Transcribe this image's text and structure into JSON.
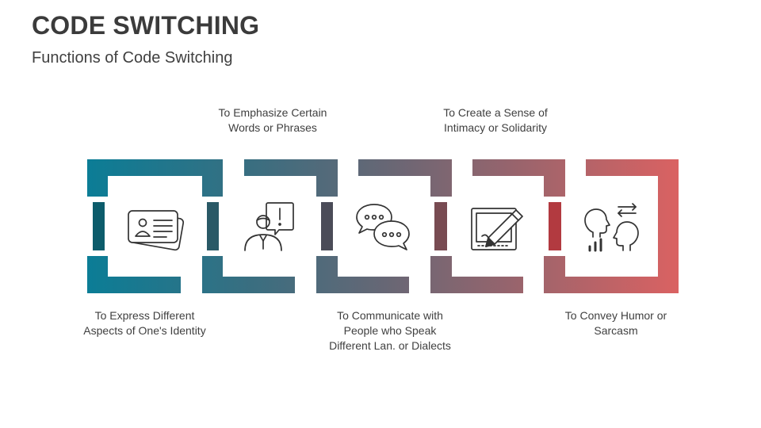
{
  "header": {
    "title": "CODE SWITCHING",
    "subtitle": "Functions of Code Switching"
  },
  "steps": [
    {
      "icon": "id-card-icon",
      "color": "#0d7c93",
      "label": "To Express Different Aspects of One's Identity"
    },
    {
      "icon": "speaker-alert-icon",
      "color": "#367486",
      "label": "To Emphasize Certain Words or Phrases"
    },
    {
      "icon": "chat-bubbles-icon",
      "color": "#676979",
      "label": "To Communicate with People who Speak Different Lan. or Dialects"
    },
    {
      "icon": "pencil-tablet-icon",
      "color": "#a0656e",
      "label": "To Create a Sense of Intimacy or Solidarity"
    },
    {
      "icon": "two-heads-exchange-icon",
      "color": "#d66060",
      "label": "To Convey Humor or Sarcasm"
    }
  ]
}
